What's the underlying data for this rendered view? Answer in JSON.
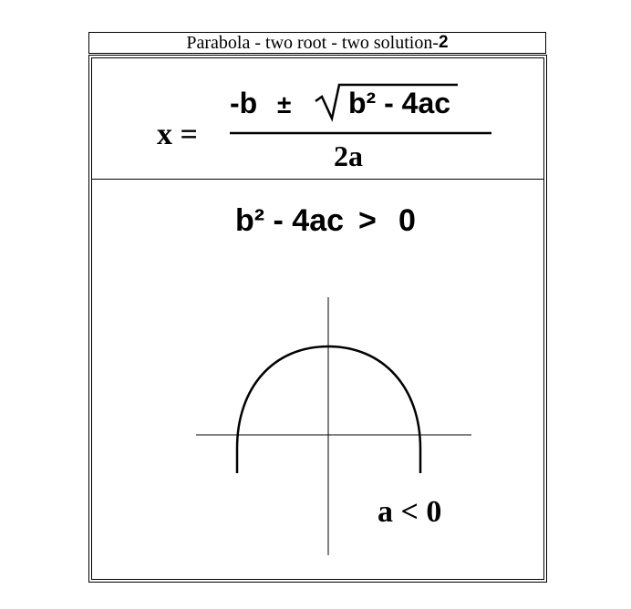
{
  "title": {
    "text": "Parabola - two root - two solution-",
    "number": "2"
  },
  "formula": {
    "lhs": "x =",
    "numerator_part1": "-b",
    "plus_minus": "±",
    "radicand": "b² - 4ac",
    "denominator": "2a"
  },
  "condition": {
    "discriminant": "b² - 4ac",
    "operator": ">",
    "value": "0"
  },
  "graph": {
    "label": "a < 0"
  }
}
